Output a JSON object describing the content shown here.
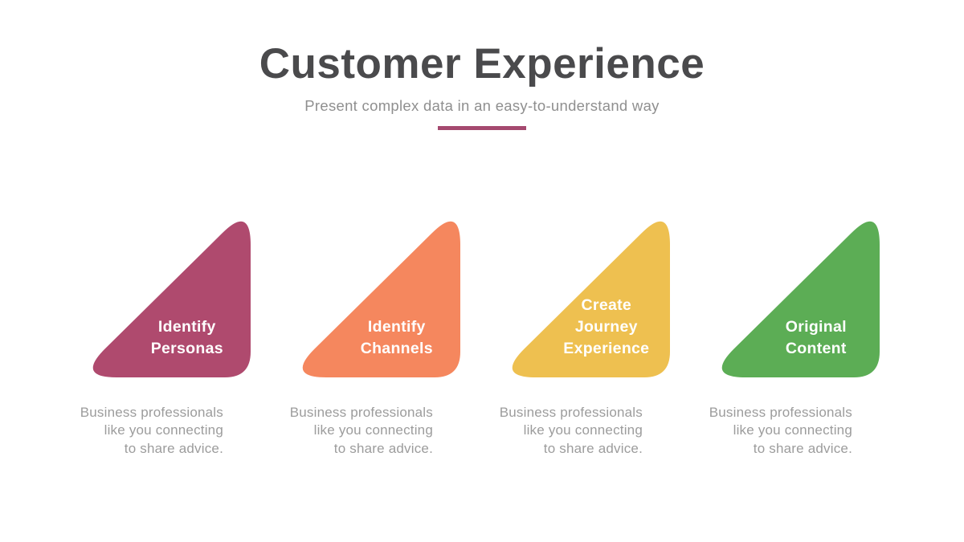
{
  "slide": {
    "title": "Customer Experience",
    "subtitle": "Present complex data in an easy-to-understand way"
  },
  "theme": {
    "background": "#ffffff",
    "title_color": "#4a4a4c",
    "subtitle_color": "#8f8f8f",
    "divider_color": "#a5496f",
    "label_color": "#ffffff",
    "description_color": "#9c9c9c"
  },
  "cards": [
    {
      "label": "Identify\nPersonas",
      "color": "#af4a6e",
      "description": "Business professionals\nlike you connecting\nto share advice."
    },
    {
      "label": "Identify\nChannels",
      "color": "#f5875e",
      "description": "Business professionals\nlike you connecting\nto share advice."
    },
    {
      "label": "Create\nJourney\nExperience",
      "color": "#eec050",
      "description": "Business professionals\nlike you connecting\nto share advice."
    },
    {
      "label": "Original\nContent",
      "color": "#5cad55",
      "description": "Business professionals\nlike you connecting\nto share advice."
    }
  ]
}
